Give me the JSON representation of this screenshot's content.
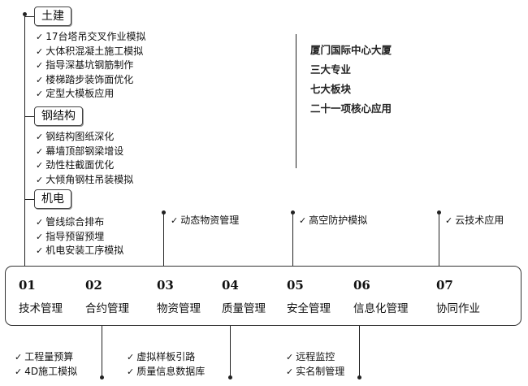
{
  "civil": {
    "title": "土建",
    "items": [
      "17台塔吊交叉作业模拟",
      "大体积混凝土施工模拟",
      "指导深基坑钢筋制作",
      "楼梯踏步装饰面优化",
      "定型大模板应用"
    ]
  },
  "steel": {
    "title": "钢结构",
    "items": [
      "钢结构图纸深化",
      "幕墙顶部钢梁增设",
      "劲性柱截面优化",
      "大倾角钢柱吊装模拟"
    ]
  },
  "mep": {
    "title": "机电",
    "items": [
      "管线综合排布",
      "指导预留预埋",
      "机电安装工序模拟"
    ]
  },
  "summary": [
    "厦门国际中心大厦",
    "三大专业",
    "七大板块",
    "二十一项核心应用"
  ],
  "modules": [
    {
      "num": "01",
      "name": "技术管理"
    },
    {
      "num": "02",
      "name": "合约管理"
    },
    {
      "num": "03",
      "name": "物资管理"
    },
    {
      "num": "04",
      "name": "质量管理"
    },
    {
      "num": "05",
      "name": "安全管理"
    },
    {
      "num": "06",
      "name": "信息化管理"
    },
    {
      "num": "07",
      "name": "协同作业"
    }
  ],
  "callouts_top": {
    "materials": "动态物资管理",
    "safety": "高空防护模拟",
    "collab": "云技术应用"
  },
  "callouts_bottom": {
    "contract": [
      "工程量预算",
      "4D施工模拟"
    ],
    "quality": [
      "虚拟样板引路",
      "质量信息数据库"
    ],
    "safety": [
      "远程监控",
      "实名制管理"
    ]
  },
  "check_mark": "✓"
}
